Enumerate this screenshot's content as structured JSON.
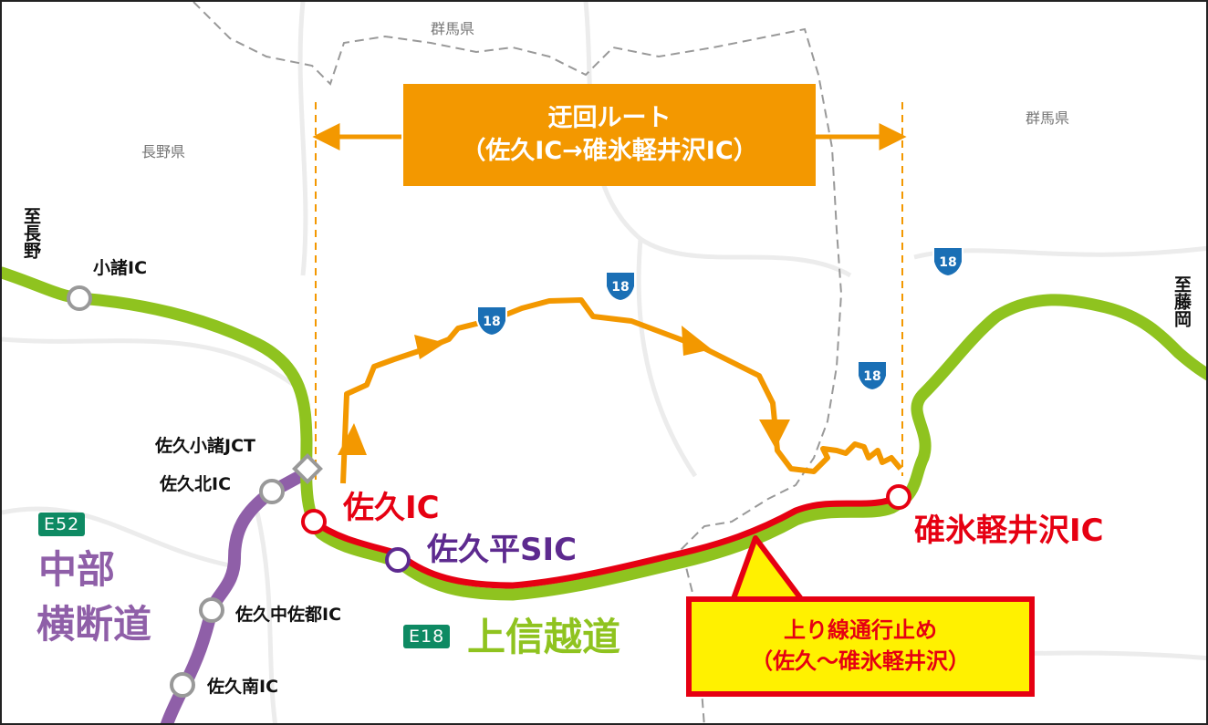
{
  "prefectures": {
    "gunma_top": "群馬県",
    "gunma_right": "群馬県",
    "nagano": "長野県"
  },
  "directions": {
    "to_nagano": "至長野",
    "to_fujioka": "至藤岡"
  },
  "detour_box": {
    "line1": "迂回ルート",
    "line2": "（佐久IC→碓氷軽井沢IC）"
  },
  "route_shield": "18",
  "interchanges": {
    "komoro": "小諸IC",
    "saku_komoro_jct": "佐久小諸JCT",
    "saku_kita": "佐久北IC",
    "saku": "佐久IC",
    "sakudaira_sic": "佐久平SIC",
    "usui_karuizawa": "碓氷軽井沢IC",
    "saku_nakasato": "佐久中佐都IC",
    "saku_minami": "佐久南IC"
  },
  "expressways": {
    "chubu": {
      "code": "E52",
      "name_line1": "中部",
      "name_line2": "横断道"
    },
    "joshinetsu": {
      "code": "E18",
      "name": "上信越道"
    }
  },
  "closure_box": {
    "line1": "上り線通行止め",
    "line2": "（佐久～碓氷軽井沢）"
  },
  "colors": {
    "e18": "#8fc31f",
    "closure": "#e60012",
    "detour": "#f39800",
    "chubu": "#8f5fa8",
    "shield": "#1a6fb5",
    "badge": "#0e8a63",
    "callout": "#fff100"
  }
}
